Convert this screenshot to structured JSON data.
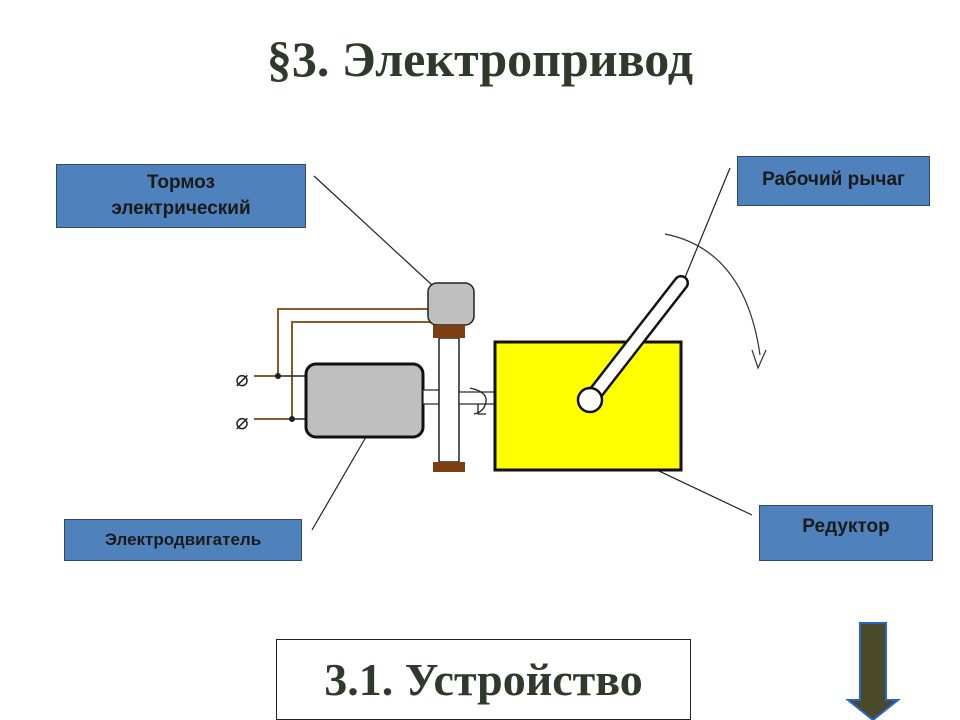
{
  "title": "§3. Электропривод",
  "labels": {
    "brake_line1": "Тормоз",
    "brake_line2": "электрический",
    "lever": "Рабочий рычаг",
    "motor": "Электродвигатель",
    "reducer": "Редуктор"
  },
  "subtitle": "3.1. Устройство",
  "terminal_symbol": "⌀",
  "colors": {
    "label_fill": "#4f81bd",
    "reducer_fill": "#ffff00",
    "motor_fill": "#bfbfbf",
    "brake_fill": "#bfbfbf",
    "wire": "#8b5a2b",
    "flange": "#7b3f12",
    "arrow_fill": "#4a4a2a"
  }
}
